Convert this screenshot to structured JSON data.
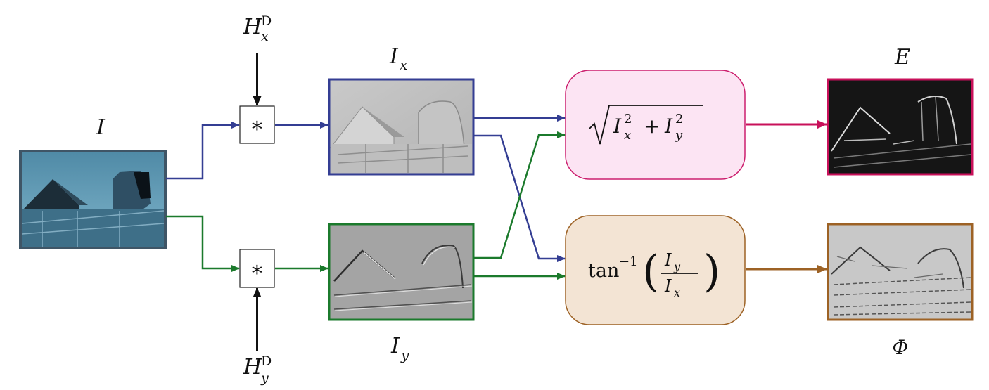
{
  "labels": {
    "input": "I",
    "hx_base": "H",
    "hx_sup": "D",
    "hx_sub": "x",
    "hy_base": "H",
    "hy_sup": "D",
    "hy_sub": "y",
    "ix_base": "I",
    "ix_sub": "x",
    "iy_base": "I",
    "iy_sub": "y",
    "energy": "E",
    "phase": "Φ"
  },
  "operators": {
    "conv_top": "∗",
    "conv_bottom": "∗"
  },
  "formulas": {
    "magnitude": {
      "base1": "I",
      "sup1": "2",
      "sub1": "x",
      "plus": "+",
      "base2": "I",
      "sup2": "2",
      "sub2": "y"
    },
    "angle": {
      "fn": "tan",
      "sup": "−1",
      "num_base": "I",
      "num_sub": "y",
      "den_base": "I",
      "den_sub": "x"
    }
  },
  "colors": {
    "input_frame": "#3f5566",
    "blue": "#343e93",
    "green": "#1b7a2c",
    "magenta": "#c8105a",
    "brown": "#9d6225",
    "black": "#111111",
    "mag_box_fill": "#fce4f3",
    "mag_box_stroke": "#cc1f6e",
    "ang_box_fill": "#f3e4d4",
    "ang_box_stroke": "#9d6225"
  }
}
